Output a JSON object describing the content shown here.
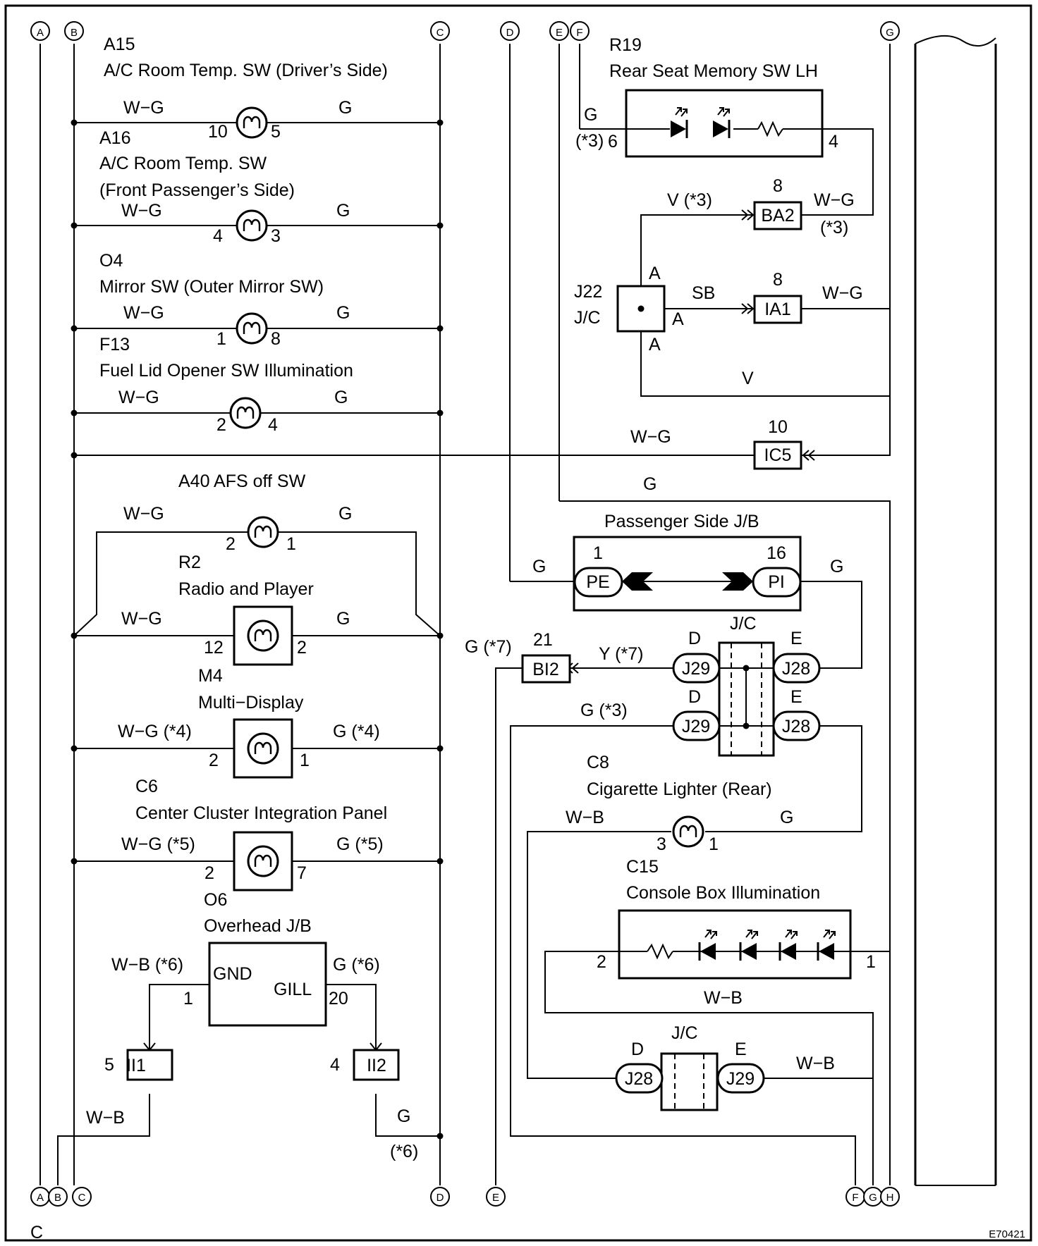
{
  "letters": {
    "A": "A",
    "B": "B",
    "C": "C",
    "D": "D",
    "E": "E",
    "F": "F",
    "G": "G",
    "H": "H"
  },
  "figure": {
    "page_letter": "C",
    "code": "E70421"
  },
  "components": {
    "a15": {
      "code": "A15",
      "name": "A/C Room Temp. SW (Driver’s Side)",
      "wire_left": "W−G",
      "wire_right": "G",
      "pin_left": "10",
      "pin_right": "5"
    },
    "a16": {
      "code": "A16",
      "name_line1": "A/C Room Temp. SW",
      "name_line2": "(Front Passenger’s Side)",
      "wire_left": "W−G",
      "wire_right": "G",
      "pin_left": "4",
      "pin_right": "3"
    },
    "o4": {
      "code": "O4",
      "name": "Mirror SW (Outer Mirror SW)",
      "wire_left": "W−G",
      "wire_right": "G",
      "pin_left": "1",
      "pin_right": "8"
    },
    "f13": {
      "code": "F13",
      "name": "Fuel Lid Opener SW Illumination",
      "wire_left": "W−G",
      "wire_right": "G",
      "pin_left": "2",
      "pin_right": "4"
    },
    "a40": {
      "title": "A40 AFS off SW",
      "wire_left": "W−G",
      "wire_right": "G",
      "pin_left": "2",
      "pin_right": "1"
    },
    "r2": {
      "code": "R2",
      "name": "Radio and Player",
      "wire_left": "W−G",
      "wire_right": "G",
      "pin_left": "12",
      "pin_right": "2"
    },
    "m4": {
      "code": "M4",
      "name": "Multi−Display",
      "wire_left": "W−G (*4)",
      "wire_right": "G (*4)",
      "pin_left": "2",
      "pin_right": "1"
    },
    "c6": {
      "code": "C6",
      "name": "Center Cluster Integration Panel",
      "wire_left": "W−G (*5)",
      "wire_right": "G (*5)",
      "pin_left": "2",
      "pin_right": "7"
    },
    "o6": {
      "code": "O6",
      "name": "Overhead J/B",
      "gnd": "GND",
      "gill": "GILL",
      "wire_left": "W−B (*6)",
      "wire_right": "G (*6)",
      "pin_left": "1",
      "pin_right": "20"
    },
    "ii1": {
      "label": "II1",
      "pin": "5",
      "wire": "W−B"
    },
    "ii2": {
      "label": "II2",
      "pin": "4",
      "wire": "G",
      "note": "(*6)"
    },
    "r19": {
      "code": "R19",
      "name": "Rear Seat Memory SW LH",
      "wire_left": "G",
      "note_left": "(*3)",
      "pin_left": "6",
      "pin_right": "4"
    },
    "ba2": {
      "label": "BA2",
      "pin": "8",
      "wire_left": "V (*3)",
      "wire_right": "W−G",
      "note_right": "(*3)"
    },
    "j22": {
      "code": "J22",
      "name": "J/C",
      "term_top": "A",
      "term_mid": "A",
      "term_bot": "A",
      "wire_mid": "SB",
      "wire_bottom": "V"
    },
    "ia1": {
      "label": "IA1",
      "pin": "8",
      "wire_right": "W−G"
    },
    "ic5": {
      "label": "IC5",
      "pin": "10",
      "wire_left": "W−G"
    },
    "g_line": "G",
    "pjb": {
      "name": "Passenger Side J/B",
      "left_label": "PE",
      "right_label": "PI",
      "left_pin": "1",
      "right_pin": "16",
      "wire_left": "G",
      "wire_right": "G"
    },
    "jc1": {
      "name": "J/C",
      "t_d1": "D",
      "t_e1": "E",
      "t_d2": "D",
      "t_e2": "E",
      "j29": "J29",
      "j28": "J28"
    },
    "bi2": {
      "label": "BI2",
      "pin": "21",
      "wire_left": "G (*7)",
      "wire_right": "Y (*7)"
    },
    "g3": "G (*3)",
    "c8": {
      "code": "C8",
      "name": "Cigarette Lighter (Rear)",
      "wire_left": "W−B",
      "wire_right": "G",
      "pin_left": "3",
      "pin_right": "1"
    },
    "c15": {
      "code": "C15",
      "name": "Console Box Illumination",
      "pin_left": "2",
      "pin_right": "1",
      "wire_below": "W−B"
    },
    "jc2": {
      "name": "J/C",
      "t_d": "D",
      "t_e": "E",
      "j28": "J28",
      "j29": "J29",
      "wire_right": "W−B"
    }
  }
}
